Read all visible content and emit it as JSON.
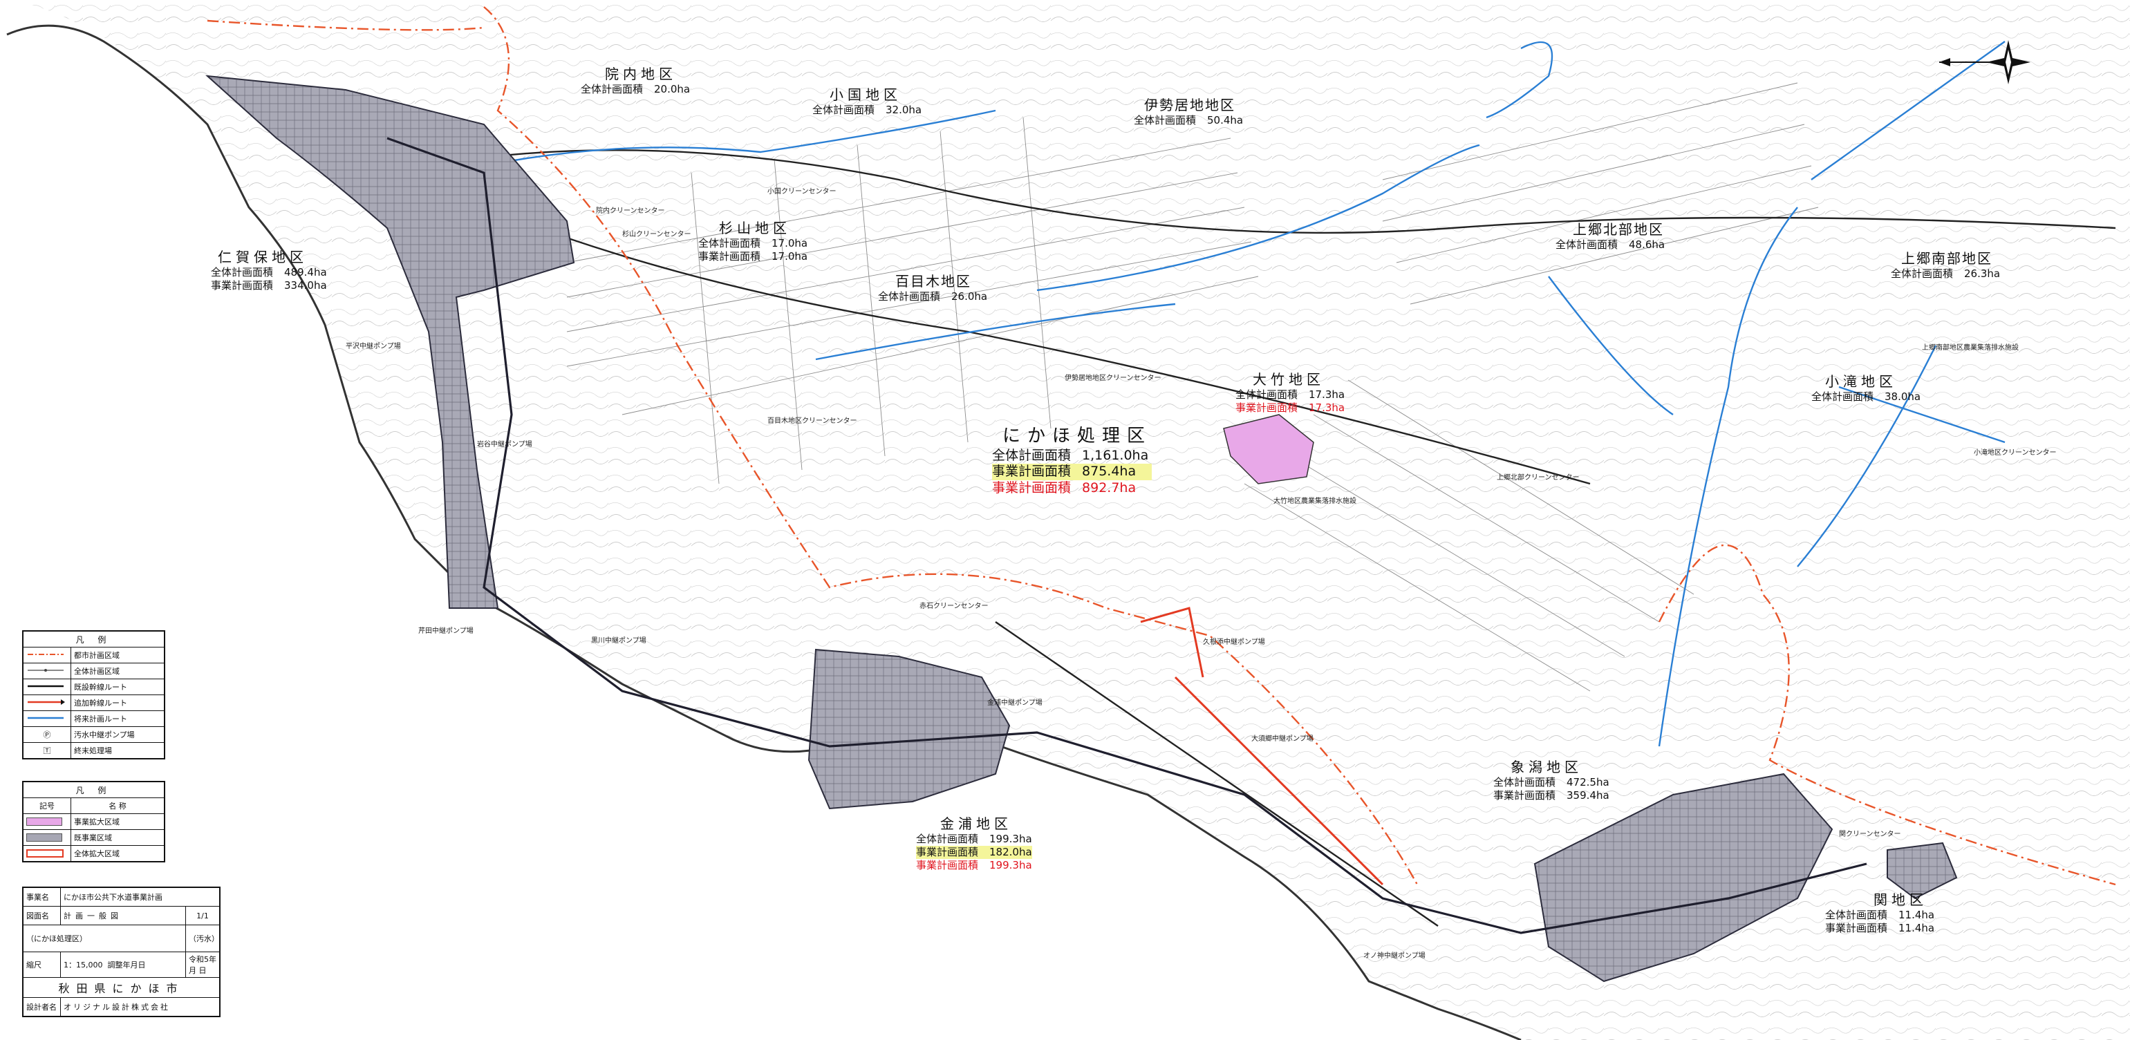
{
  "districts": [
    {
      "id": "innai",
      "name": "院内地区",
      "rows": [
        {
          "label": "全体計画面積",
          "value": "20.0ha"
        }
      ]
    },
    {
      "id": "kokuni",
      "name": "小国地区",
      "rows": [
        {
          "label": "全体計画面積",
          "value": "32.0ha"
        }
      ]
    },
    {
      "id": "isekyo",
      "name": "伊勢居地地区",
      "rows": [
        {
          "label": "全体計画面積",
          "value": "50.4ha"
        }
      ]
    },
    {
      "id": "nikaho_ku",
      "name": "仁賀保地区",
      "rows": [
        {
          "label": "全体計画面積",
          "value": "489.4ha"
        },
        {
          "label": "事業計画面積",
          "value": "334.0ha"
        }
      ]
    },
    {
      "id": "sugiyama",
      "name": "杉山地区",
      "rows": [
        {
          "label": "全体計画面積",
          "value": "17.0ha"
        },
        {
          "label": "事業計画面積",
          "value": "17.0ha"
        }
      ]
    },
    {
      "id": "hyakumeki",
      "name": "百目木地区",
      "rows": [
        {
          "label": "全体計画面積",
          "value": "26.0ha"
        }
      ]
    },
    {
      "id": "kamigo_n",
      "name": "上郷北部地区",
      "rows": [
        {
          "label": "全体計画面積",
          "value": "48.6ha"
        }
      ]
    },
    {
      "id": "kamigo_s",
      "name": "上郷南部地区",
      "rows": [
        {
          "label": "全体計画面積",
          "value": "26.3ha"
        }
      ]
    },
    {
      "id": "otake",
      "name": "大竹地区",
      "rows": [
        {
          "label": "全体計画面積",
          "value": "17.3ha"
        },
        {
          "label": "事業計画面積",
          "value": "17.3ha",
          "color": "red"
        }
      ]
    },
    {
      "id": "kotaki",
      "name": "小滝地区",
      "rows": [
        {
          "label": "全体計画面積",
          "value": "38.0ha"
        }
      ]
    },
    {
      "id": "kisakata",
      "name": "象潟地区",
      "rows": [
        {
          "label": "全体計画面積",
          "value": "472.5ha"
        },
        {
          "label": "事業計画面積",
          "value": "359.4ha"
        }
      ]
    },
    {
      "id": "konoura",
      "name": "金浦地区",
      "rows": [
        {
          "label": "全体計画面積",
          "value": "199.3ha"
        },
        {
          "label": "事業計画面積",
          "value": "182.0ha",
          "color": "hl"
        },
        {
          "label": "事業計画面積",
          "value": "199.3ha",
          "color": "red"
        }
      ]
    },
    {
      "id": "seki",
      "name": "関地区",
      "rows": [
        {
          "label": "全体計画面積",
          "value": "11.4ha"
        },
        {
          "label": "事業計画面積",
          "value": "11.4ha"
        }
      ]
    }
  ],
  "treatment_zone": {
    "name": "にかほ処理区",
    "rows": [
      {
        "label": "全体計画面積",
        "value": "1,161.0ha"
      },
      {
        "label": "事業計画面積",
        "value": "875.4ha",
        "color": "hl"
      },
      {
        "label": "事業計画面積",
        "value": "892.7ha",
        "color": "red"
      }
    ]
  },
  "facilities": [
    "院内クリーンセンター",
    "小国クリーンセンター",
    "杉山クリーンセンター",
    "伊勢居地地区クリーンセンター",
    "百目木地区クリーンセンター",
    "平沢中継ポンプ場",
    "岩谷中継ポンプ場",
    "芹田中継ポンプ場",
    "黒川中継ポンプ場",
    "金浦中継ポンプ場",
    "赤石クリーンセンター",
    "久根添中継ポンプ場",
    "大竹地区農業集落排水施設",
    "上郷北部クリーンセンター",
    "上郷南部地区農業集落排水施設",
    "小滝地区クリーンセンター",
    "関クリーンセンター",
    "オノ神中継ポンプ場",
    "大須郷中継ポンプ場"
  ],
  "legend1": {
    "title": "凡 例",
    "items": [
      {
        "style": "dashed-orange",
        "label": "都市計画区域"
      },
      {
        "style": "thin-dot",
        "label": "全体計画区域"
      },
      {
        "style": "black",
        "label": "既設幹線ルート"
      },
      {
        "style": "red-black",
        "label": "追加幹線ルート"
      },
      {
        "style": "blue",
        "label": "将来計画ルート"
      },
      {
        "style": "circle-P",
        "label": "汚水中継ポンプ場"
      },
      {
        "style": "square-T",
        "label": "終末処理場"
      }
    ]
  },
  "legend2": {
    "title": "凡 例",
    "col1": "記号",
    "col2": "名 称",
    "items": [
      {
        "style": "pink",
        "label": "事業拡大区域"
      },
      {
        "style": "grey",
        "label": "既事業区域"
      },
      {
        "style": "red-outline",
        "label": "全体拡大区域"
      }
    ]
  },
  "title_block": {
    "proj_label": "事業名",
    "proj": "にかほ市公共下水道事業計画",
    "fig_label": "図面名",
    "fig": "計画一般図",
    "sheet": "1/1",
    "sub": "（にかほ処理区）",
    "sub2": "（汚水）",
    "scale_label": "縮尺",
    "scale": "1：15,000",
    "date_label": "調整年月日",
    "date": "令和5年 月 日",
    "org": "秋田県にかほ市",
    "designer_label": "設計者名",
    "designer": "オリジナル設計株式会社"
  },
  "colors": {
    "expansion": "#e8a8e8",
    "existing": "#a7a7b4",
    "overall": "#e33a22",
    "urban": "#e8552a",
    "future": "#2a7fd4",
    "trunk": "#1f1f2e"
  }
}
